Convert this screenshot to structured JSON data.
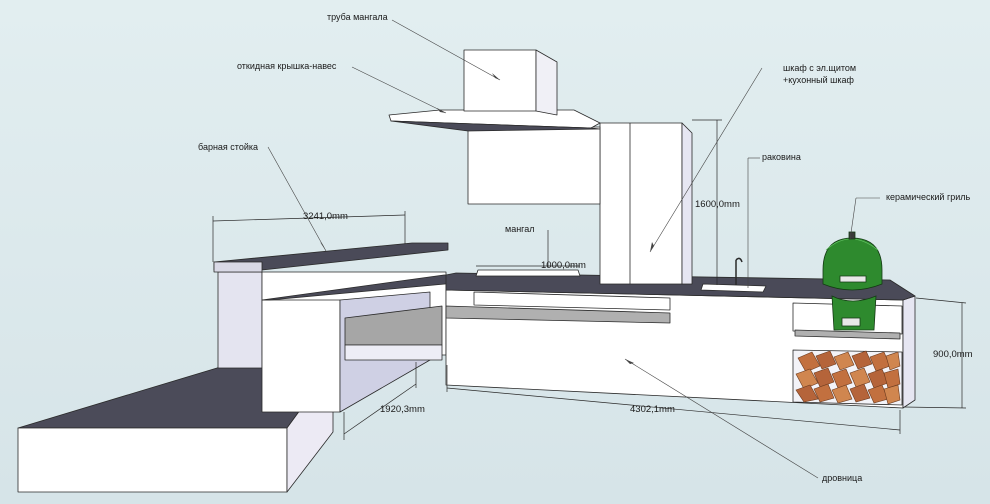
{
  "labels": {
    "pipe": "труба мангала",
    "canopy": "откидная крышка-навес",
    "bar": "барная стойка",
    "cabinet_line1": "шкаф с эл.щитом",
    "cabinet_line2": "+кухонный шкаф",
    "sink": "раковина",
    "ceramic_grill": "керамический гриль",
    "grill": "мангал",
    "woodpile": "дровница"
  },
  "dimensions": {
    "bar_length": "3241,0mm",
    "grill_width": "1000,0mm",
    "cabinet_height": "1600,0mm",
    "counter_height": "900,0mm",
    "side_length": "1920,3mm",
    "main_length": "4302,1mm"
  },
  "colors": {
    "background": "#dde9ec",
    "counter_top": "#4a4a58",
    "white_body": "#ffffff",
    "shade_face": "#e6e6f2",
    "grill_green": "#2e8a2e",
    "firewood": "#b5643a"
  }
}
